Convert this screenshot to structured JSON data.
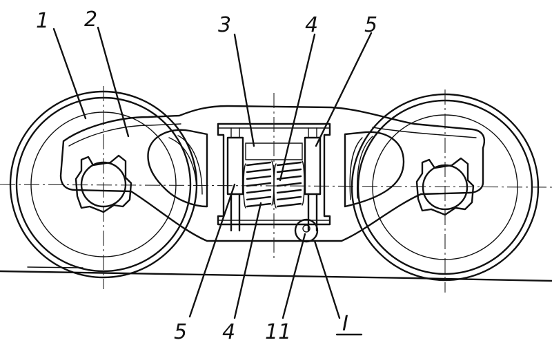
{
  "callouts": {
    "c1": "1",
    "c2": "2",
    "c3": "3",
    "c4_top": "4",
    "c5_top": "5",
    "c5_bottom": "5",
    "c4_bottom": "4",
    "c11": "11",
    "detail": "I"
  }
}
